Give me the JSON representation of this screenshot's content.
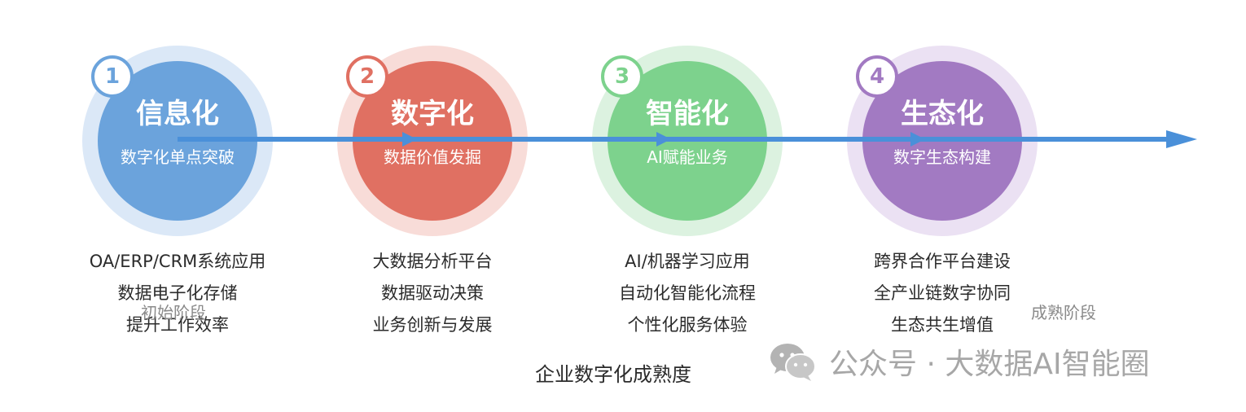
{
  "stages": [
    {
      "number": "1",
      "title": "信息化",
      "subtitle": "数字化单点突破",
      "features": [
        "OA/ERP/CRM系统应用",
        "数据电子化存储",
        "提升工作效率"
      ],
      "color": "#6ba3dc",
      "halo_color": "#dbe8f7"
    },
    {
      "number": "2",
      "title": "数字化",
      "subtitle": "数据价值发掘",
      "features": [
        "大数据分析平台",
        "数据驱动决策",
        "业务创新与发展"
      ],
      "color": "#e07062",
      "halo_color": "#f8dcd8"
    },
    {
      "number": "3",
      "title": "智能化",
      "subtitle": "AI赋能业务",
      "features": [
        "AI/机器学习应用",
        "自动化智能化流程",
        "个性化服务体验"
      ],
      "color": "#7dd28d",
      "halo_color": "#dcf2e0"
    },
    {
      "number": "4",
      "title": "生态化",
      "subtitle": "数字生态构建",
      "features": [
        "跨界合作平台建设",
        "全产业链数字协同",
        "生态共生增值"
      ],
      "color": "#a27ac2",
      "halo_color": "#ebe1f3"
    }
  ],
  "timeline": {
    "start_label": "初始阶段",
    "end_label": "成熟阶段",
    "axis_label": "企业数字化成熟度",
    "line_color": "#4a90d9"
  },
  "watermark": {
    "text": "公众号 · 大数据AI智能圈"
  }
}
